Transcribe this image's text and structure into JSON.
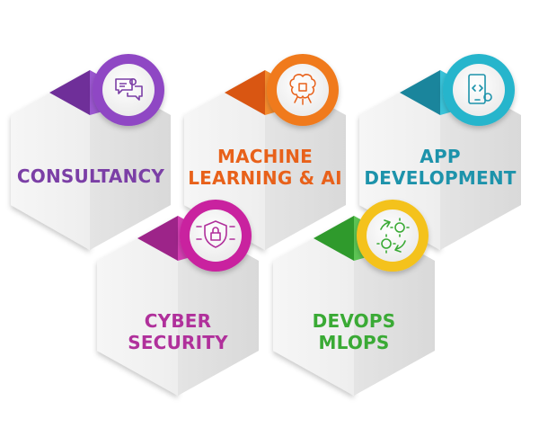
{
  "services": [
    {
      "id": "consultancy",
      "lines": [
        "CONSULTANCY"
      ],
      "color": "#7b3fa6",
      "accent": "#8f47c4",
      "icon": "chat-gear-icon"
    },
    {
      "id": "ml-ai",
      "lines": [
        "MACHINE",
        "LEARNING & AI"
      ],
      "color": "#e8611a",
      "accent": "#f07a1c",
      "icon": "brain-chip-icon"
    },
    {
      "id": "app-dev",
      "lines": [
        "APP",
        "DEVELOPMENT"
      ],
      "color": "#1d93ab",
      "accent": "#26b5cc",
      "icon": "mobile-code-icon"
    },
    {
      "id": "cyber",
      "lines": [
        "CYBER",
        "SECURITY"
      ],
      "color": "#b0309b",
      "accent": "#c9239f",
      "icon": "shield-lock-icon"
    },
    {
      "id": "devops",
      "lines": [
        "DEVOPS",
        "MLOPS"
      ],
      "color": "#3aaa35",
      "accent": "#48b641",
      "icon": "gear-cycle-icon"
    }
  ]
}
